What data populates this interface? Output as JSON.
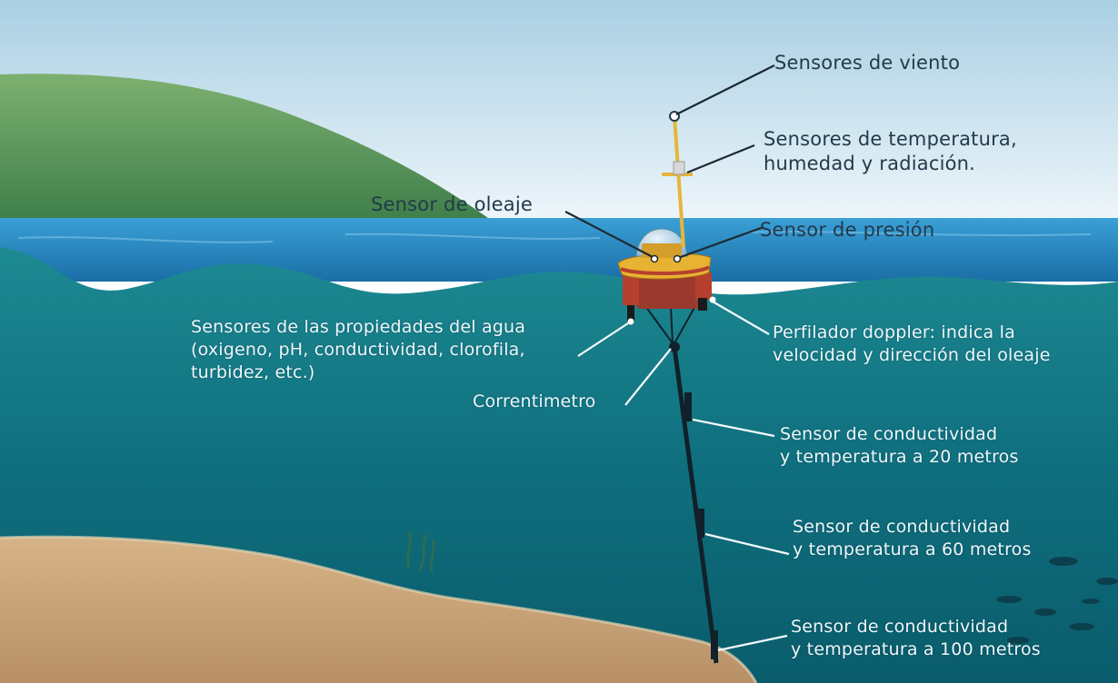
{
  "labels": {
    "wind": "Sensores de viento",
    "temp_line1": "Sensores de temperatura,",
    "temp_line2": "humedad y radiación.",
    "wave": "Sensor de oleaje",
    "pressure": "Sensor de presión",
    "water_line1": "Sensores de las propiedades del agua",
    "water_line2": "(oxigeno, pH, conductividad, clorofila,",
    "water_line3": "turbidez, etc.)",
    "current_meter": "Correntimetro",
    "doppler_line1": "Perfilador  doppler: indica la",
    "doppler_line2": "velocidad y dirección del oleaje",
    "ct20_line1": "Sensor de conductividad",
    "ct20_line2": "y temperatura a 20 metros",
    "ct60_line1": "Sensor de conductividad",
    "ct60_line2": "y temperatura a 60 metros",
    "ct100_line1": "Sensor de conductividad",
    "ct100_line2": "y temperatura a 100 metros"
  },
  "colors": {
    "sky_top": "#a9cfe3",
    "sky_bottom": "#eef6fa",
    "hill": "#5f9a5a",
    "sea_surface": "#1f7fb3",
    "water_deep": "#0f6f7e",
    "sand": "#c8a57b",
    "buoy_hull": "#e8b232",
    "buoy_red": "#b5402e",
    "mast": "#e6b53a",
    "cable": "#10212a",
    "label_dark": "#233a4a",
    "label_light": "#eef6f8"
  }
}
